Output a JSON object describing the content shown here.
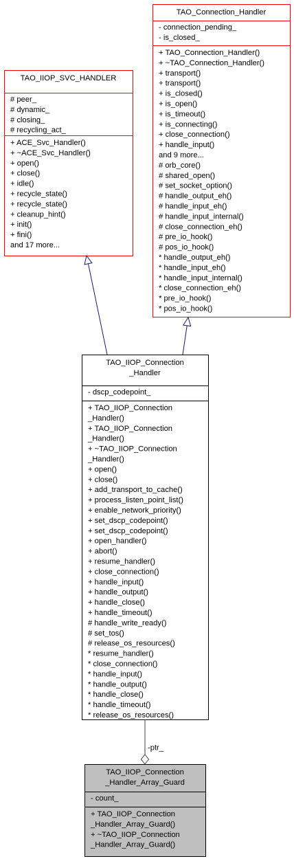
{
  "classes": [
    {
      "id": "svc_handler",
      "name_lines": [
        "TAO_IIOP_SVC_HANDLER"
      ],
      "attributes": [
        "# peer_",
        "# dynamic_",
        "# closing_",
        "# recycling_act_"
      ],
      "operations": [
        "+ ACE_Svc_Handler()",
        "+ ~ACE_Svc_Handler()",
        "+ open()",
        "+ close()",
        "+ idle()",
        "+ recycle_state()",
        "+ recycle_state()",
        "+ cleanup_hint()",
        "+ init()",
        "+ fini()",
        "and 17 more..."
      ],
      "border_color": "#ff0000",
      "fill_color": "#ffffff"
    },
    {
      "id": "connection_handler",
      "name_lines": [
        "TAO_Connection_Handler"
      ],
      "attributes": [
        "- connection_pending_",
        "- is_closed_"
      ],
      "operations": [
        "+ TAO_Connection_Handler()",
        "+ ~TAO_Connection_Handler()",
        "+ transport()",
        "+ transport()",
        "+ is_closed()",
        "+ is_open()",
        "+ is_timeout()",
        "+ is_connecting()",
        "+ close_connection()",
        "+ handle_input()",
        "and 9 more...",
        "# orb_core()",
        "# shared_open()",
        "# set_socket_option()",
        "# handle_output_eh()",
        "# handle_input_eh()",
        "# handle_input_internal()",
        "# close_connection_eh()",
        "# pre_io_hook()",
        "# pos_io_hook()",
        "* handle_output_eh()",
        "* handle_input_eh()",
        "* handle_input_internal()",
        "* close_connection_eh()",
        "* pre_io_hook()",
        "* pos_io_hook()"
      ],
      "border_color": "#ff0000",
      "fill_color": "#ffffff"
    },
    {
      "id": "iiop_connection_handler",
      "name_lines": [
        "TAO_IIOP_Connection",
        "_Handler"
      ],
      "attributes": [
        "- dscp_codepoint_"
      ],
      "operations": [
        "+ TAO_IIOP_Connection",
        "_Handler()",
        "+ TAO_IIOP_Connection",
        "_Handler()",
        "+ ~TAO_IIOP_Connection",
        "_Handler()",
        "+ open()",
        "+ close()",
        "+ add_transport_to_cache()",
        "+ process_listen_point_list()",
        "+ enable_network_priority()",
        "+ set_dscp_codepoint()",
        "+ set_dscp_codepoint()",
        "+ open_handler()",
        "+ abort()",
        "+ resume_handler()",
        "+ close_connection()",
        "+ handle_input()",
        "+ handle_output()",
        "+ handle_close()",
        "+ handle_timeout()",
        "# handle_write_ready()",
        "# set_tos()",
        "# release_os_resources()",
        "* resume_handler()",
        "* close_connection()",
        "* handle_input()",
        "* handle_output()",
        "* handle_close()",
        "* handle_timeout()",
        "* release_os_resources()"
      ],
      "border_color": "#000000",
      "fill_color": "#ffffff"
    },
    {
      "id": "array_guard",
      "name_lines": [
        "TAO_IIOP_Connection",
        "_Handler_Array_Guard"
      ],
      "attributes": [
        "- count_"
      ],
      "operations": [
        "+ TAO_IIOP_Connection",
        "_Handler_Array_Guard()",
        "+ ~TAO_IIOP_Connection",
        "_Handler_Array_Guard()"
      ],
      "border_color": "#000000",
      "fill_color": "#bfbfbf"
    }
  ],
  "edges": [
    {
      "from": "iiop_connection_handler",
      "to": "svc_handler",
      "kind": "inheritance",
      "label": ""
    },
    {
      "from": "iiop_connection_handler",
      "to": "connection_handler",
      "kind": "inheritance",
      "label": ""
    },
    {
      "from": "iiop_connection_handler",
      "to": "array_guard",
      "kind": "composition",
      "label": "-ptr_"
    }
  ],
  "colors": {
    "edge_inherit": "#191970",
    "edge_compose": "#404040",
    "text": "#000000"
  }
}
